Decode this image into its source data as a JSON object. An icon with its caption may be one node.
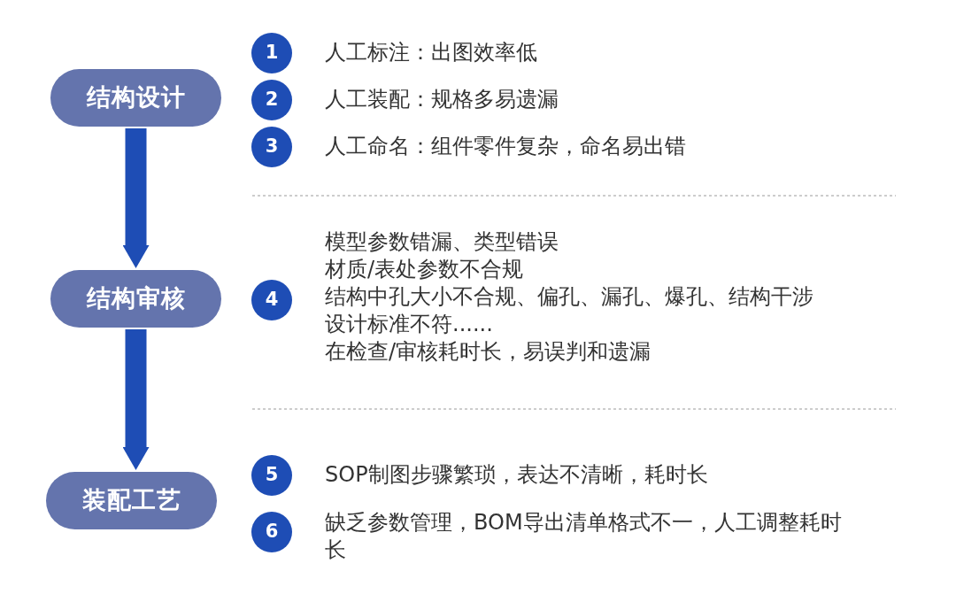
{
  "diagram": {
    "nodes": [
      {
        "text": [
          "结构设计"
        ]
      },
      {
        "text": [
          "1"
        ],
        "beside": [
          "人工标注：出图效率低"
        ]
      },
      {
        "text": [
          "2"
        ],
        "beside": [
          "人工装配：规格多易遗漏"
        ]
      },
      {
        "text": [
          "3"
        ],
        "beside": [
          "人工命名：组件零件复杂，命名易出错"
        ]
      },
      {
        "text": [
          "结构审核"
        ]
      },
      {
        "text": [
          "4"
        ],
        "beside": [
          "模型参数错漏、类型错误",
          "材质/表处参数不合规",
          "结构中孔大小不合规、偏孔、漏孔、爆孔、结构干涉",
          "设计标准不符......",
          "在检查/审核耗时长，易误判和遗漏"
        ]
      },
      {
        "text": [
          "装配工艺"
        ]
      },
      {
        "text": [
          "5"
        ],
        "beside": [
          "SOP制图步骤繁琐，表达不清晰，耗时长"
        ]
      },
      {
        "text": [
          "6"
        ],
        "beside": [
          "缺乏参数管理，BOM导出清单格式不一，人工调整耗时长"
        ]
      }
    ],
    "edges": [
      {
        "from": 0,
        "to": 4,
        "arrow": "to"
      },
      {
        "from": 4,
        "to": 6,
        "arrow": "to"
      }
    ]
  }
}
